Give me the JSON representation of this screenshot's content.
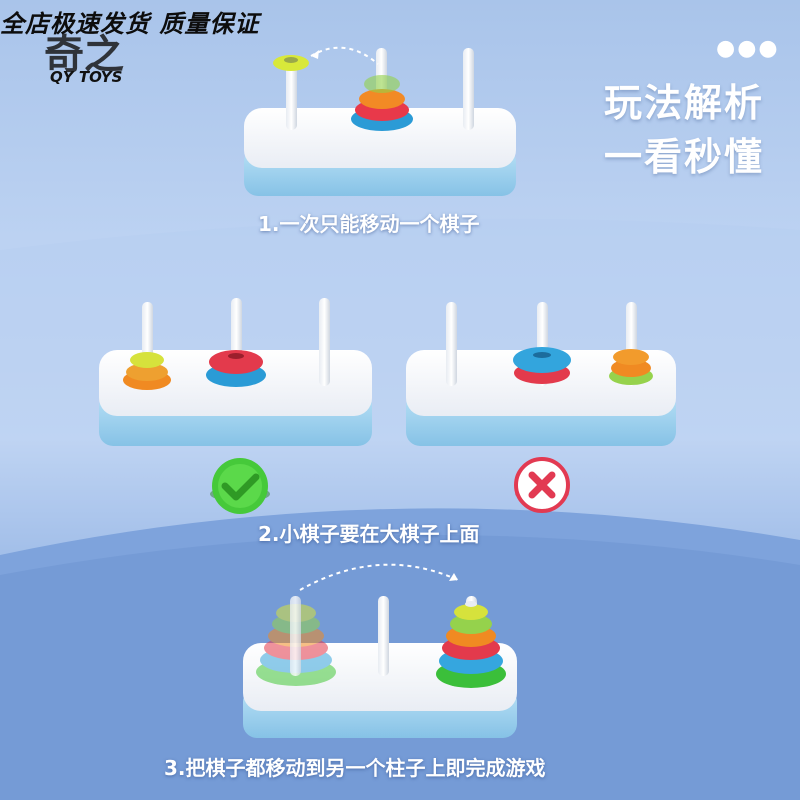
{
  "banner": {
    "text": "全店极速发货  质量保证"
  },
  "logo": {
    "brand_cn": "奇之",
    "brand_en": "QY TOYS"
  },
  "header": {
    "menu_icon": "more-dots-icon",
    "title_line1": "玩法解析",
    "title_line2": "一看秒懂"
  },
  "steps": [
    {
      "text": "1.一次只能移动一个棋子"
    },
    {
      "text": "2.小棋子要在大棋子上面"
    },
    {
      "text": "3.把棋子都移动到另一个柱子上即完成游戏"
    }
  ],
  "indicators": {
    "correct": "check-icon",
    "wrong": "cross-icon"
  },
  "colors": {
    "accent_green": "#46c93a",
    "accent_red": "#e23a52",
    "base_blue": "#9dd0ee",
    "base_white": "#f6f7fb"
  }
}
